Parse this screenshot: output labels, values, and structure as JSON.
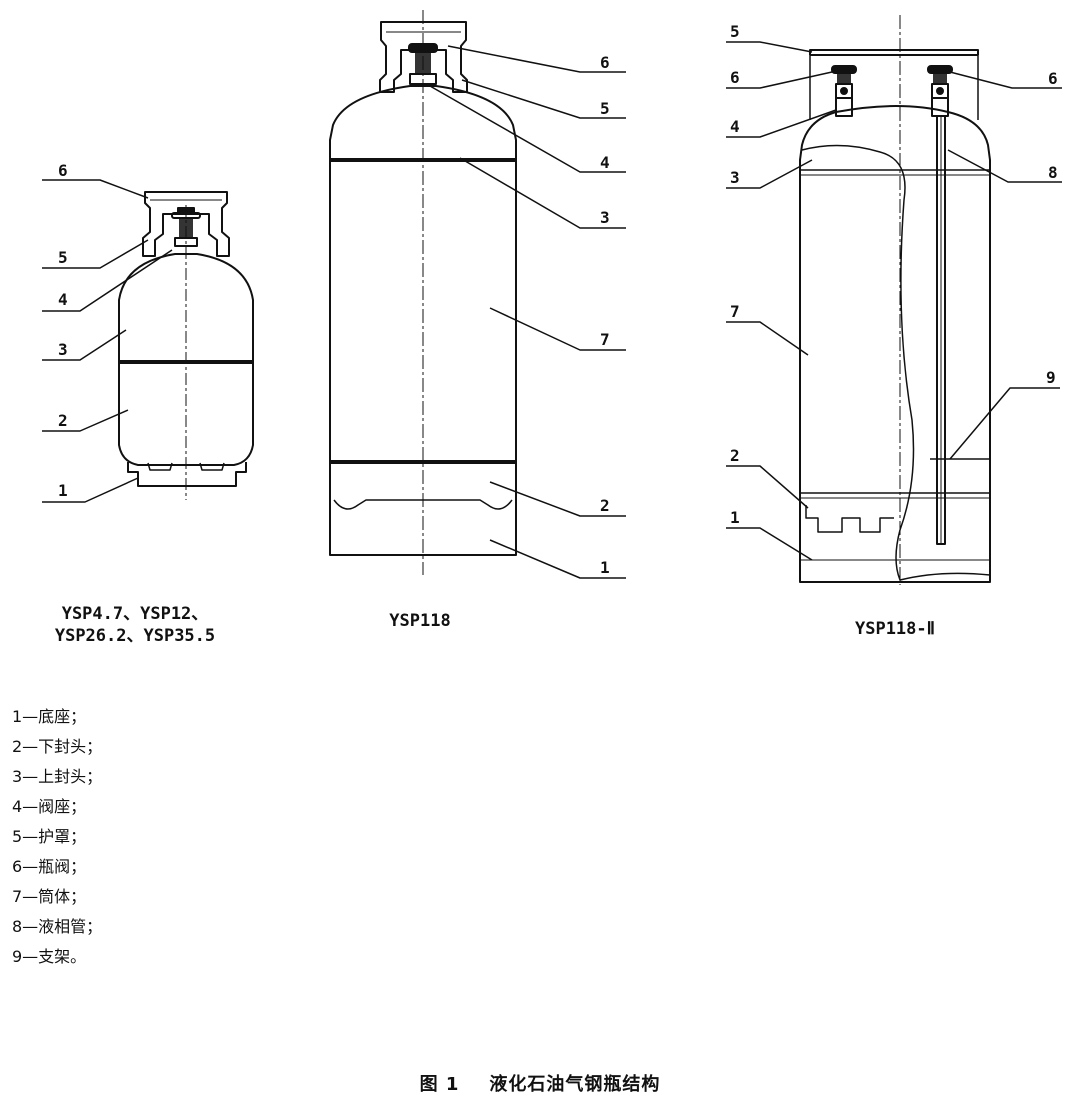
{
  "cylinders": [
    {
      "model_lines": [
        "YSP4.7、YSP12、",
        "YSP26.2、YSP35.5"
      ],
      "callouts": [
        "6",
        "5",
        "4",
        "3",
        "2",
        "1"
      ]
    },
    {
      "model_lines": [
        "YSP118"
      ],
      "callouts": [
        "6",
        "5",
        "4",
        "3",
        "7",
        "2",
        "1"
      ]
    },
    {
      "model_lines": [
        "YSP118-Ⅱ"
      ],
      "callouts": [
        "5",
        "6",
        "4",
        "3",
        "7",
        "2",
        "1",
        "6",
        "8",
        "9"
      ]
    }
  ],
  "legend": [
    "1—底座；",
    "2—下封头；",
    "3—上封头；",
    "4—阀座；",
    "5—护罩；",
    "6—瓶阀；",
    "7—筒体；",
    "8—液相管；",
    "9—支架。"
  ],
  "figure_caption": {
    "number": "图 1",
    "title": "液化石油气钢瓶结构"
  }
}
